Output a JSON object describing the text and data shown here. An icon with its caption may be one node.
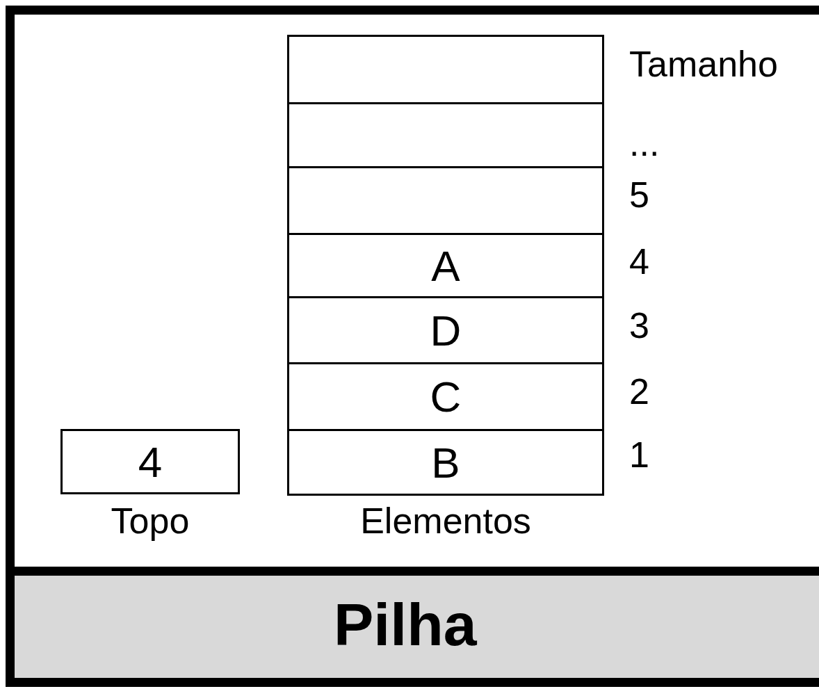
{
  "diagram": {
    "title": "Pilha",
    "nodes": [
      {
        "text": [
          "4"
        ],
        "beside": [
          "Topo"
        ]
      },
      {
        "text": [],
        "shape": "box"
      },
      {
        "text": [],
        "shape": "box"
      },
      {
        "text": [],
        "shape": "box"
      },
      {
        "text": [
          "A"
        ]
      },
      {
        "text": [
          "D"
        ]
      },
      {
        "text": [
          "C"
        ]
      },
      {
        "text": [
          "B"
        ]
      }
    ],
    "labels": [
      "Tamanho",
      "...",
      "5",
      "4",
      "3",
      "2",
      "1",
      "Elementos"
    ]
  }
}
